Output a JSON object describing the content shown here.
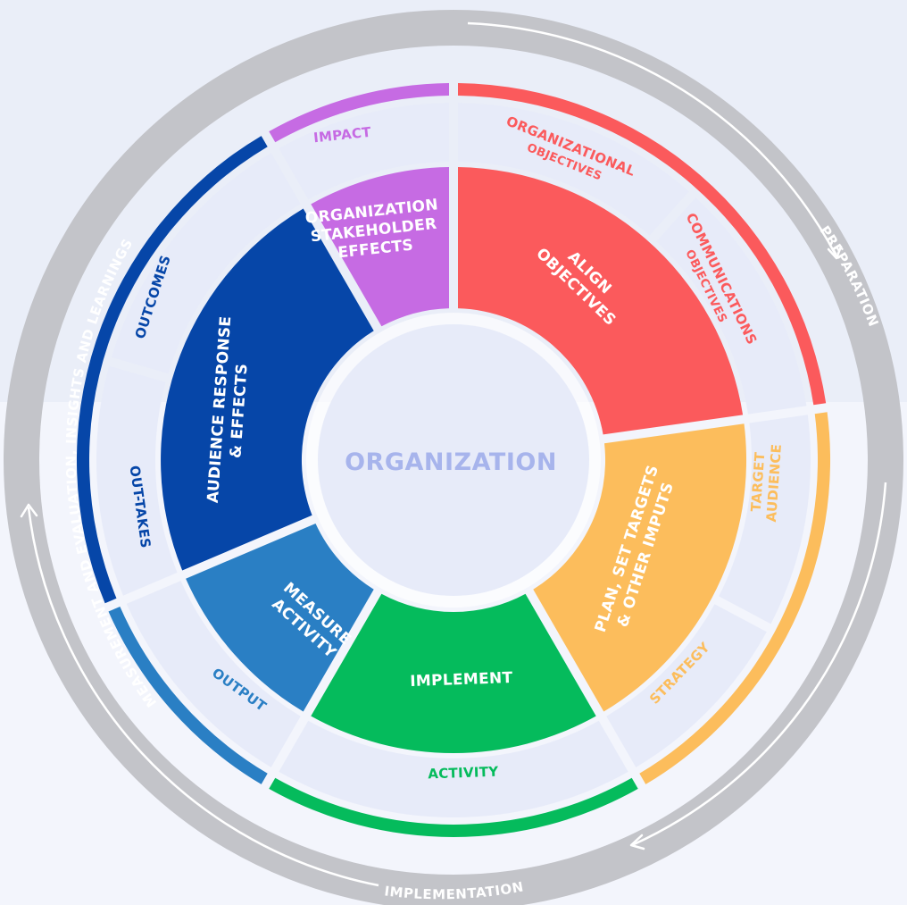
{
  "center": {
    "label": "ORGANIZATION",
    "color": "#a7b4ec"
  },
  "ring": {
    "color": "#c3c4c9",
    "arrow_color": "#ffffff",
    "labels": {
      "measurement": "MEASUREMENT AND EVALUATION, INSIGHTS AND LEARNINGS",
      "preparation": "PREPARATION",
      "implementation": "IMPLEMENTATION"
    }
  },
  "segments": [
    {
      "id": "impact",
      "inner_label": [
        "ORGANIZATION",
        "STAKEHOLDER",
        "EFFECTS"
      ],
      "outer_label": [
        "IMPACT"
      ],
      "color": "#c66be3"
    },
    {
      "id": "align",
      "inner_label": [
        "ALIGN",
        "OBJECTIVES"
      ],
      "outer_label": [
        "ORGANIZATIONAL OBJECTIVES",
        "COMMUNICATIONS OBJECTIVES"
      ],
      "color": "#fb5a5c"
    },
    {
      "id": "plan",
      "inner_label": [
        "PLAN, SET TARGETS",
        "& OTHER IMPUTS"
      ],
      "outer_label": [
        "TARGET AUDIENCE",
        "STRATEGY"
      ],
      "color": "#fcbd5c"
    },
    {
      "id": "implement",
      "inner_label": [
        "IMPLEMENT"
      ],
      "outer_label": [
        "ACTIVITY"
      ],
      "color": "#05bb5c"
    },
    {
      "id": "measure",
      "inner_label": [
        "MEASURE",
        "ACTIVITY"
      ],
      "outer_label": [
        "OUTPUT"
      ],
      "color": "#2a7fc4"
    },
    {
      "id": "audience",
      "inner_label": [
        "AUDIENCE RESPONSE",
        "& EFFECTS"
      ],
      "outer_label": [
        "OUTCOMES",
        "OUT-TAKES"
      ],
      "color": "#0646a8"
    }
  ]
}
